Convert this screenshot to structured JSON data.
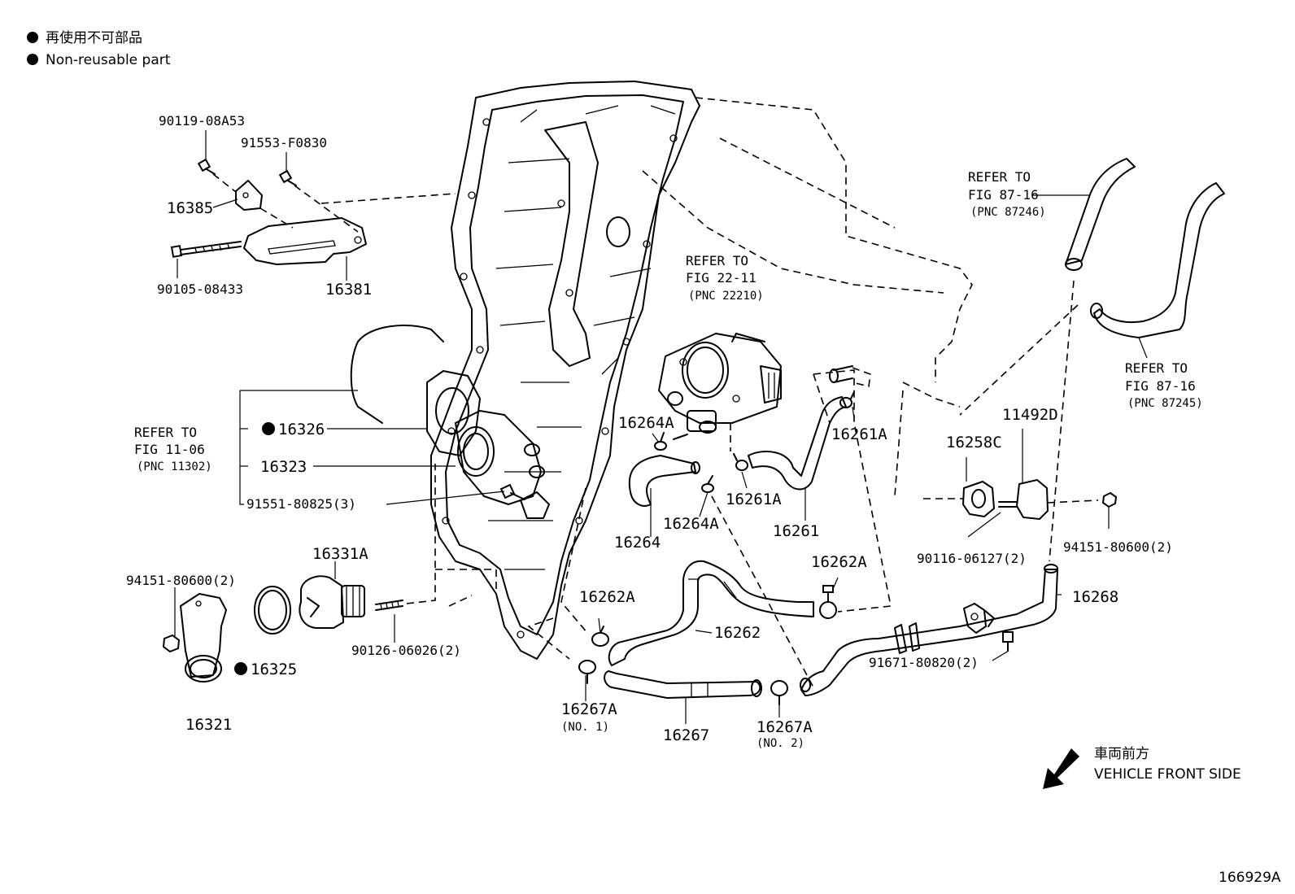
{
  "legend": [
    {
      "symbol": "filled-dot",
      "text": "再使用不可部品"
    },
    {
      "symbol": "filled-dot",
      "text": "Non-reusable part"
    }
  ],
  "refer_notes": {
    "fig_11_06": {
      "line1": "REFER TO",
      "line2": "FIG 11-06",
      "line3": "(PNC 11302)"
    },
    "fig_22_11": {
      "line1": "REFER TO",
      "line2": "FIG 22-11",
      "line3": "(PNC 22210)"
    },
    "fig_87_16_a": {
      "line1": "REFER TO",
      "line2": "FIG 87-16",
      "line3": "(PNC 87246)"
    },
    "fig_87_16_b": {
      "line1": "REFER TO",
      "line2": "FIG 87-16",
      "line3": "(PNC 87245)"
    }
  },
  "part_numbers": {
    "p_90119_08A53": "90119-08A53",
    "p_91553_F0830": "91553-F0830",
    "p_16385": "16385",
    "p_90105_08433": "90105-08433",
    "p_16381": "16381",
    "p_16326": "16326",
    "p_16323": "16323",
    "p_91551_80825": "91551-80825(3)",
    "p_16331A": "16331A",
    "p_94151_80600_left": "94151-80600(2)",
    "p_16325": "16325",
    "p_16321": "16321",
    "p_90126_06026": "90126-06026(2)",
    "p_16264A_top": "16264A",
    "p_16264": "16264",
    "p_16264A_bottom": "16264A",
    "p_16261A_top": "16261A",
    "p_16261A_mid": "16261A",
    "p_16261": "16261",
    "p_16262A_left": "16262A",
    "p_16262A_right": "16262A",
    "p_16262": "16262",
    "p_16267A_no1": "16267A",
    "p_16267A_no1_sub": "(NO. 1)",
    "p_16267": "16267",
    "p_16267A_no2": "16267A",
    "p_16267A_no2_sub": "(NO. 2)",
    "p_16258C": "16258C",
    "p_11492D": "11492D",
    "p_90116_06127": "90116-06127(2)",
    "p_94151_80600_right": "94151-80600(2)",
    "p_16268": "16268",
    "p_91671_80820": "91671-80820(2)"
  },
  "direction": {
    "line1": "車両前方",
    "line2": "VEHICLE FRONT SIDE"
  },
  "figure_id": "166929A"
}
